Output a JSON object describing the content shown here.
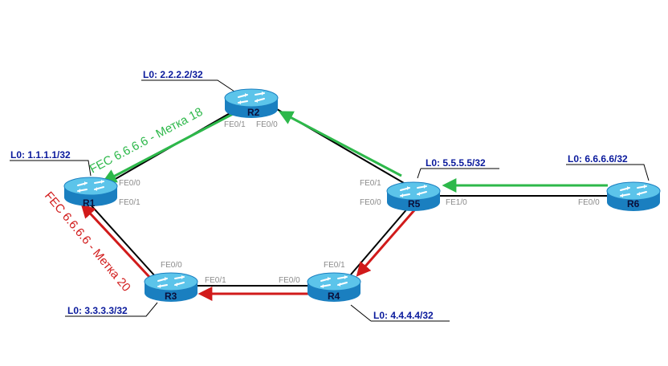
{
  "colors": {
    "link": "#000000",
    "green_path": "#2db84a",
    "red_path": "#d11a1a",
    "router_top": "#5cc4ea",
    "router_body": "#1a7fc0",
    "loopback_text": "#0a1a9c",
    "interface_text": "#8a8a8a"
  },
  "routers": [
    {
      "id": "r1",
      "name": "R1",
      "loopback": "L0: 1.1.1.1/32"
    },
    {
      "id": "r2",
      "name": "R2",
      "loopback": "L0: 2.2.2.2/32"
    },
    {
      "id": "r3",
      "name": "R3",
      "loopback": "L0: 3.3.3.3/32"
    },
    {
      "id": "r4",
      "name": "R4",
      "loopback": "L0: 4.4.4.4/32"
    },
    {
      "id": "r5",
      "name": "R5",
      "loopback": "L0: 5.5.5.5/32"
    },
    {
      "id": "r6",
      "name": "R6",
      "loopback": "L0: 6.6.6.6/32"
    }
  ],
  "interfaces": {
    "r2_fe01": "FE0/1",
    "r2_fe00": "FE0/0",
    "r1_fe00": "FE0/0",
    "r1_fe01": "FE0/1",
    "r5_fe01": "FE0/1",
    "r5_fe00": "FE0/0",
    "r5_fe10": "FE1/0",
    "r6_fe00": "FE0/0",
    "r3_fe00": "FE0/0",
    "r3_fe01": "FE0/1",
    "r4_fe00": "FE0/0",
    "r4_fe01": "FE0/1"
  },
  "fec_labels": {
    "green": "FEC 6.6.6.6 - Метка 18",
    "red": "FEC 6.6.6.6 - Метка 20"
  }
}
